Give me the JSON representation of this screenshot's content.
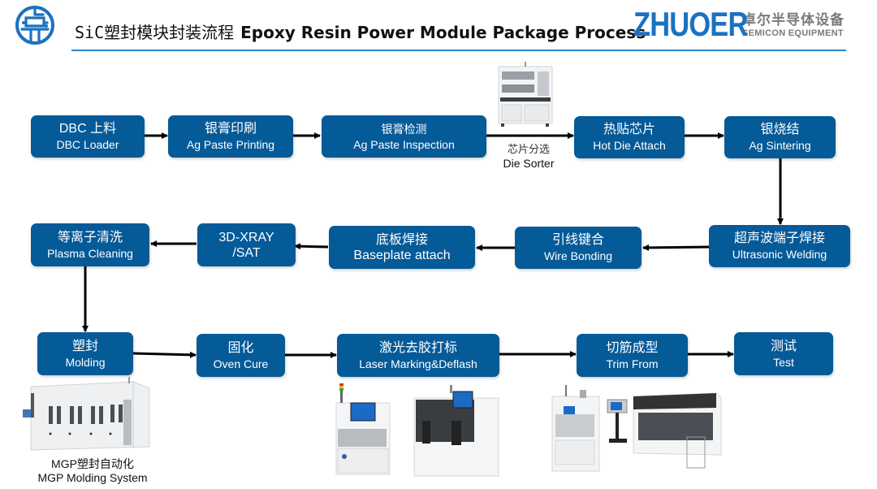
{
  "header": {
    "title_cn": "SiC塑封模块封装流程",
    "title_en": "Epoxy Resin Power Module Package Process",
    "brand_name": "ZHUOER",
    "brand_cn": "卓尔半导体设备",
    "brand_en": "SEMICON EQUIPMENT",
    "logo_icon": "zhuo-circuit-logo-icon"
  },
  "colors": {
    "box_fill": "#055a98",
    "brand_blue": "#1a72c2",
    "rule_blue": "#2a86cf",
    "arrow": "#000000"
  },
  "steps": [
    {
      "id": "dbc-loader",
      "cn": "DBC 上料",
      "en": "DBC Loader"
    },
    {
      "id": "ag-paste-printing",
      "cn": "银膏印刷",
      "en": "Ag Paste Printing"
    },
    {
      "id": "ag-paste-inspection",
      "cn": "银膏检测",
      "en": "Ag Paste Inspection"
    },
    {
      "id": "hot-die-attach",
      "cn": "热贴芯片",
      "en": "Hot Die Attach"
    },
    {
      "id": "ag-sintering",
      "cn": "银烧结",
      "en": "Ag Sintering"
    },
    {
      "id": "ultrasonic-welding",
      "cn": "超声波端子焊接",
      "en": "Ultrasonic Welding"
    },
    {
      "id": "wire-bonding",
      "cn": "引线键合",
      "en": "Wire Bonding"
    },
    {
      "id": "baseplate-attach",
      "cn": "底板焊接",
      "en": "Baseplate attach"
    },
    {
      "id": "xray-sat",
      "cn": "3D-XRAY",
      "en": "/SAT"
    },
    {
      "id": "plasma-cleaning",
      "cn": "等离子清洗",
      "en": "Plasma Cleaning"
    },
    {
      "id": "molding",
      "cn": "塑封",
      "en": "Molding"
    },
    {
      "id": "oven-cure",
      "cn": "固化",
      "en": "Oven Cure"
    },
    {
      "id": "laser-marking",
      "cn": "激光去胶打标",
      "en": "Laser Marking&Deflash"
    },
    {
      "id": "trim-form",
      "cn": "切筋成型",
      "en": "Trim From"
    },
    {
      "id": "test",
      "cn": "测试",
      "en": "Test"
    }
  ],
  "annotations": {
    "die_sorter": {
      "cn": "芯片分选",
      "en": "Die Sorter"
    },
    "mgp": {
      "cn": "MGP塑封自动化",
      "en": "MGP Molding System"
    }
  }
}
